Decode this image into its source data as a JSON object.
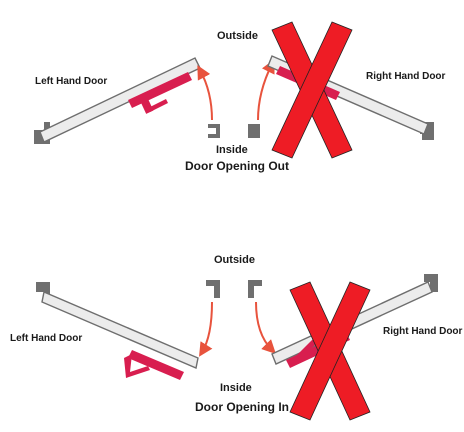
{
  "colors": {
    "door_fill": "#ececec",
    "door_stroke": "#6e6e6e",
    "frame": "#6f6f6f",
    "handle": "#d81e4f",
    "arrow": "#e8533d",
    "cross": "#ee1c25",
    "cross_outline": "#222222"
  },
  "top": {
    "outside_label": "Outside",
    "inside_label": "Inside",
    "title": "Door Opening Out",
    "left_door_label": "Left Hand Door",
    "right_door_label": "Right Hand Door"
  },
  "bottom": {
    "outside_label": "Outside",
    "inside_label": "Inside",
    "title": "Door Opening In",
    "left_door_label": "Left Hand Door",
    "right_door_label": "Right Hand Door"
  }
}
